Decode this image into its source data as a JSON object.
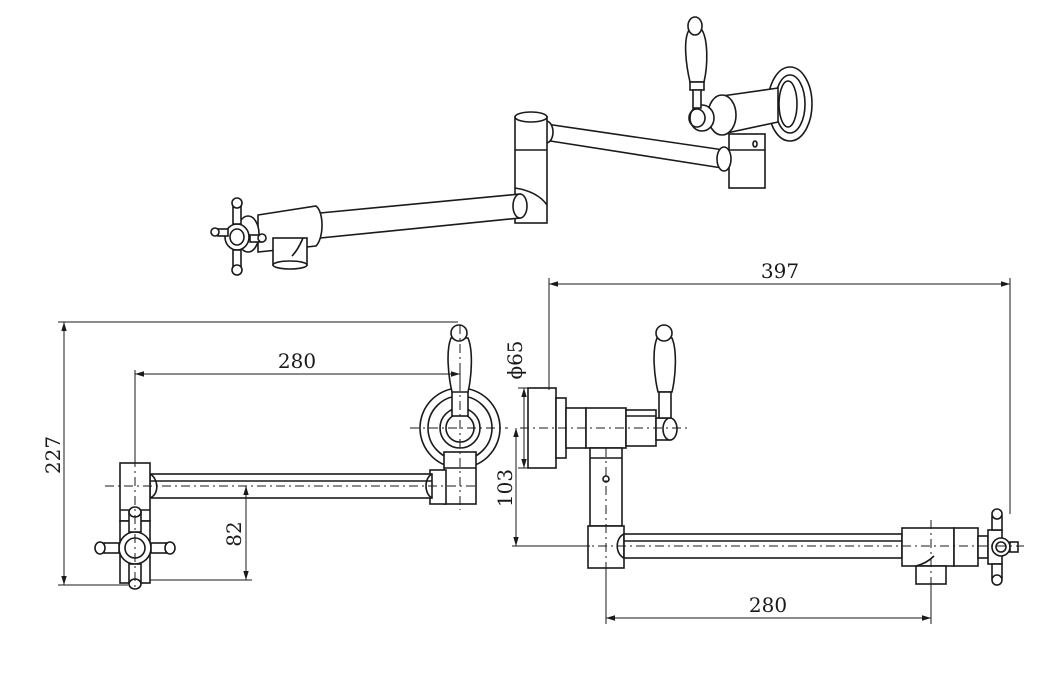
{
  "dimensions": {
    "overall_width": "397",
    "flange_diameter": "ϕ65",
    "arm_length_side": "280",
    "arm_length_front": "280",
    "overall_height": "227",
    "center_height": "103",
    "spout_drop": "82"
  },
  "colors": {
    "line": "#1a1a1a",
    "background": "#ffffff"
  }
}
